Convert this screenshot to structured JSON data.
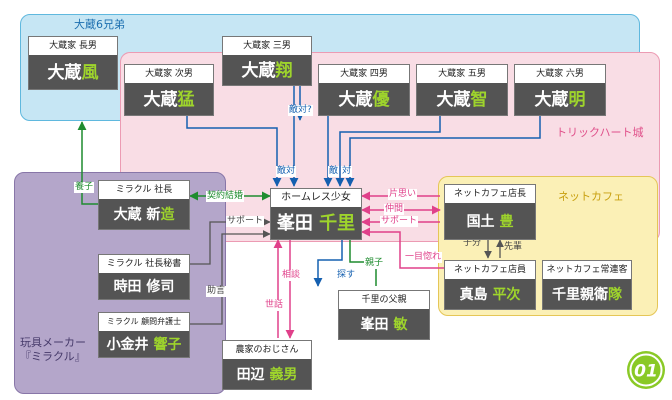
{
  "groups": {
    "ookura": "大蔵6兄弟",
    "trick": "トリックハート城",
    "cafe": "ネットカフェ",
    "miracle": "玩具メーカー\n『ミラクル』"
  },
  "people": {
    "fu": {
      "role": "大蔵家 長男",
      "family": "大蔵",
      "given": "風"
    },
    "shou": {
      "role": "大蔵家 三男",
      "family": "大蔵",
      "given": "翔"
    },
    "takeshi": {
      "role": "大蔵家 次男",
      "family": "大蔵",
      "given": "猛"
    },
    "masaru": {
      "role": "大蔵家 四男",
      "family": "大蔵",
      "given": "優"
    },
    "satoru": {
      "role": "大蔵家 五男",
      "family": "大蔵",
      "given": "智"
    },
    "akira": {
      "role": "大蔵家 六男",
      "family": "大蔵",
      "given": "明"
    },
    "senri": {
      "role": "ホームレス少女",
      "family": "峯田",
      "given": "千里"
    },
    "shinzo": {
      "role": "ミラクル 社長",
      "family": "大蔵 新",
      "given": "造"
    },
    "shuji": {
      "role": "ミラクル 社長秘書",
      "family": "時田 修司",
      "given": ""
    },
    "kyoko": {
      "role": "ミラクル 顧問弁護士",
      "family": "小金井",
      "given": "響子"
    },
    "yoshio": {
      "role": "農家のおじさん",
      "family": "田辺",
      "given": "義男"
    },
    "toshi": {
      "role": "千里の父親",
      "family": "峯田",
      "given": "敏"
    },
    "yutaka": {
      "role": "ネットカフェ店長",
      "family": "国土",
      "given": "豊"
    },
    "heiji": {
      "role": "ネットカフェ店員",
      "family": "真島",
      "given": "平次"
    },
    "chisato": {
      "role": "ネットカフェ常連客",
      "family": "千里親衛",
      "given": "隊"
    }
  },
  "edges": {
    "tekitai_q": "敵対?",
    "tekitai1": "敵対",
    "tekitai2": "敵",
    "tekitai3": "対",
    "yoshi": "養子",
    "keiyaku": "契約結婚",
    "support1": "サポート",
    "jogen": "助言",
    "sodan": "相談",
    "sewa": "世話",
    "sagasu": "探す",
    "oyako": "親子",
    "kataomoi": "片思い",
    "nakama": "仲間",
    "support2": "サポート",
    "hitomebore": "一目惚れ",
    "kobun": "子分",
    "senpai": "先輩"
  },
  "colors": {
    "blue": "#1560b0",
    "green": "#1f8c2f",
    "pink": "#e0408a",
    "gray": "#555555",
    "accent": "#9ed42c"
  },
  "badge": "01"
}
